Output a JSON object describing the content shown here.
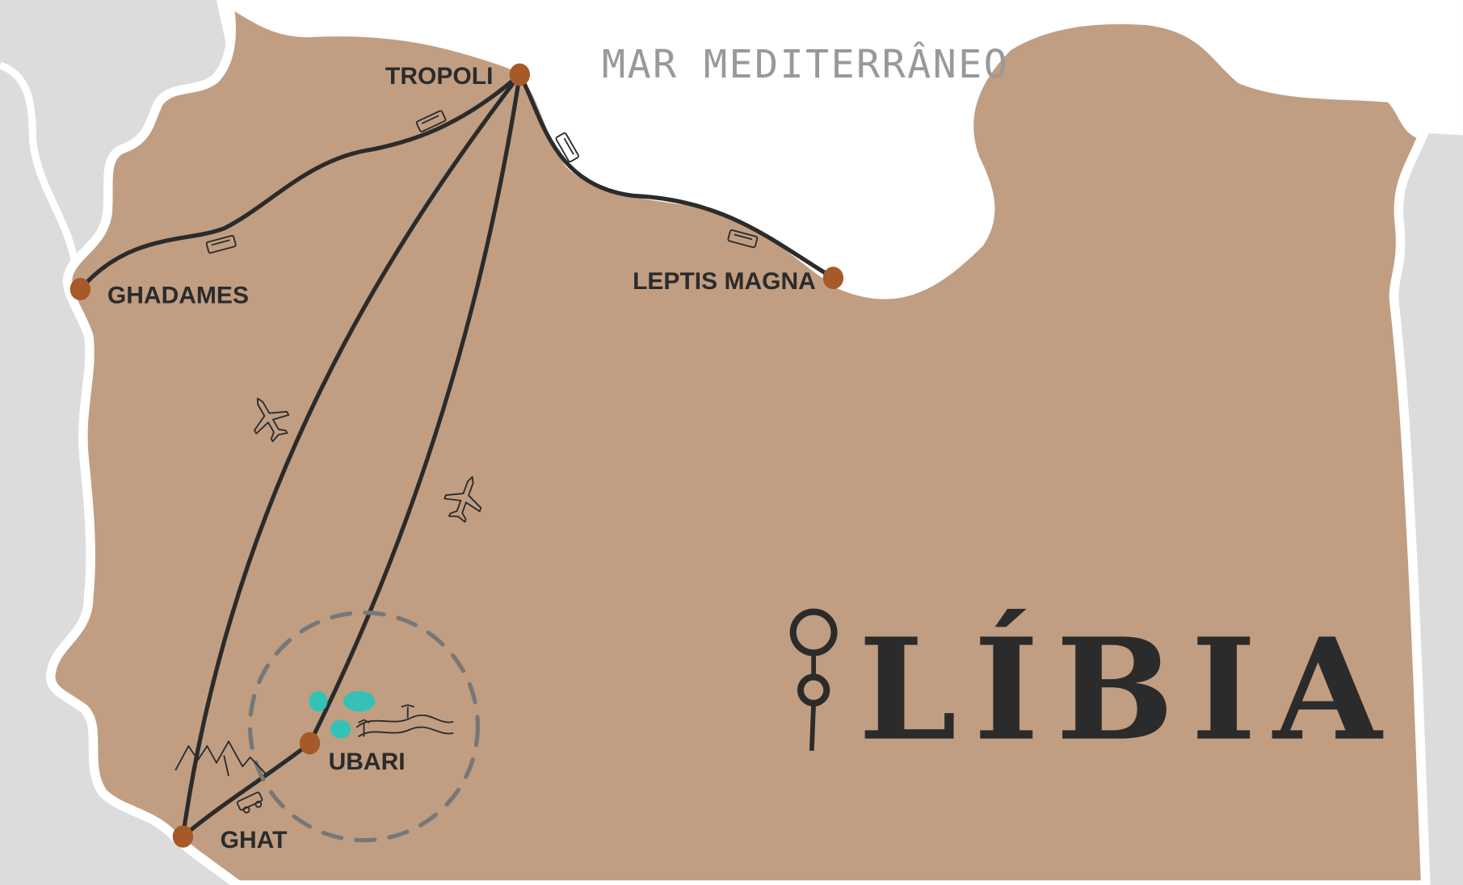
{
  "map": {
    "title": "LÍBIA",
    "sea_label": "MAR MEDITERRÂNEO",
    "cities": [
      {
        "name": "TROPOLI"
      },
      {
        "name": "GHADAMES"
      },
      {
        "name": "LEPTIS MAGNA"
      },
      {
        "name": "UBARI"
      },
      {
        "name": "GHAT"
      }
    ],
    "routes": [
      {
        "from": "TROPOLI",
        "to": "GHADAMES",
        "mode": "bus-icon"
      },
      {
        "from": "TROPOLI",
        "to": "LEPTIS MAGNA",
        "mode": "bus-icon"
      },
      {
        "from": "TROPOLI",
        "to": "GHAT",
        "mode": "plane-icon"
      },
      {
        "from": "TROPOLI",
        "to": "UBARI",
        "mode": "plane-icon"
      },
      {
        "from": "GHAT",
        "to": "UBARI",
        "mode": "jeep-icon"
      }
    ],
    "colors": {
      "land": "#c19e82",
      "sea": "#ffffff",
      "neighbors": "#dcdcdc",
      "city_marker": "#a65a28",
      "route": "#2b2b2b",
      "oasis": "#35c1b6",
      "highlight_circle": "#777777"
    }
  }
}
